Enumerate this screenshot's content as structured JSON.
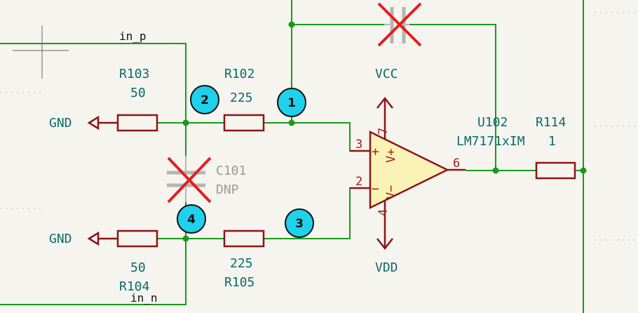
{
  "nets": {
    "in_p": "in_p",
    "in_n": "in_n",
    "gnd_top": "GND",
    "gnd_bottom": "GND",
    "vcc": "VCC",
    "vdd": "VDD"
  },
  "components": {
    "r103": {
      "ref": "R103",
      "value": "50"
    },
    "r102": {
      "ref": "R102",
      "value": "225"
    },
    "r104": {
      "ref": "R104",
      "value": "50"
    },
    "r105": {
      "ref": "R105",
      "value": "225"
    },
    "r114": {
      "ref": "R114",
      "value": "1"
    },
    "c101": {
      "ref": "C101",
      "value": "DNP"
    },
    "u102": {
      "ref": "U102",
      "value": "LM7171xIM"
    }
  },
  "opamp_pins": {
    "in_plus": "3",
    "in_minus": "2",
    "vplus_pin": "7",
    "vminus_pin": "4",
    "out": "6",
    "plus_sign": "+",
    "minus_sign": "−",
    "vplus": "V+",
    "vminus": "V−"
  },
  "badges": [
    "2",
    "1",
    "4",
    "3"
  ],
  "colors": {
    "wire": "#1a9a1a",
    "part": "#8c1515",
    "opamp_fill": "#fbf3b5",
    "badge_fill": "#1fd1ea",
    "dnp_cross": "#e02020",
    "label": "#0b6b6b"
  }
}
